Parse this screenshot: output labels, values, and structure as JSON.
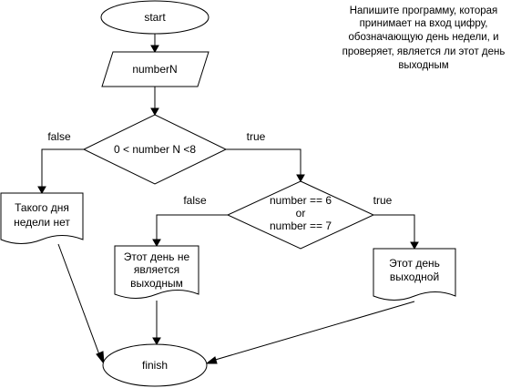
{
  "diagram": {
    "note": [
      "Напишите программу, которая",
      "принимает на вход цифру,",
      "обозначающую день недели, и",
      "проверяет, является ли этот день",
      "выходным"
    ],
    "nodes": {
      "start": "start",
      "input": "numberN",
      "check_range": "0 < number N <8",
      "check_weekend": [
        "number == 6",
        "or",
        "number == 7"
      ],
      "no_such_day": [
        "Такого дня",
        "недели нет"
      ],
      "not_weekend": [
        "Этот день не",
        "является",
        "выходным"
      ],
      "weekend": [
        "Этот день",
        "выходной"
      ],
      "finish": "finish"
    },
    "edge_labels": {
      "range_false": "false",
      "range_true": "true",
      "weekend_false": "false",
      "weekend_true": "true"
    }
  }
}
